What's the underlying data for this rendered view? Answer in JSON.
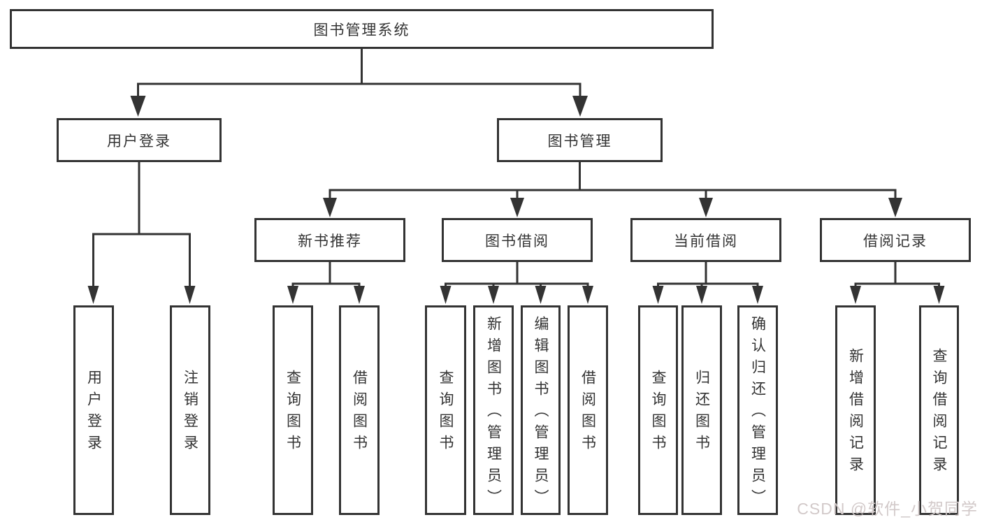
{
  "nodes": {
    "root": "图书管理系统",
    "user_login": "用户登录",
    "book_mgmt": "图书管理",
    "user_login_leaf": "用户登录",
    "logout_leaf": "注销登录",
    "new_book_rec": "新书推荐",
    "book_borrow": "图书借阅",
    "current_borrow": "当前借阅",
    "borrow_records": "借阅记录",
    "nbr_query_books": "查询图书",
    "nbr_borrow_books": "借阅图书",
    "bb_query_books": "查询图书",
    "bb_add_books": "新增图书（管理员）",
    "bb_edit_books": "编辑图书（管理员）",
    "bb_borrow_books": "借阅图书",
    "cb_query_books": "查询图书",
    "cb_return_books": "归还图书",
    "cb_confirm_return": "确认归还（管理员）",
    "br_add_record": "新增借阅记录",
    "br_query_record": "查询借阅记录"
  },
  "watermark": "CSDN @软件_小贺同学",
  "colors": {
    "line": "#333333",
    "text": "#333333",
    "background": "#ffffff",
    "watermark": "#d2c9c9"
  }
}
